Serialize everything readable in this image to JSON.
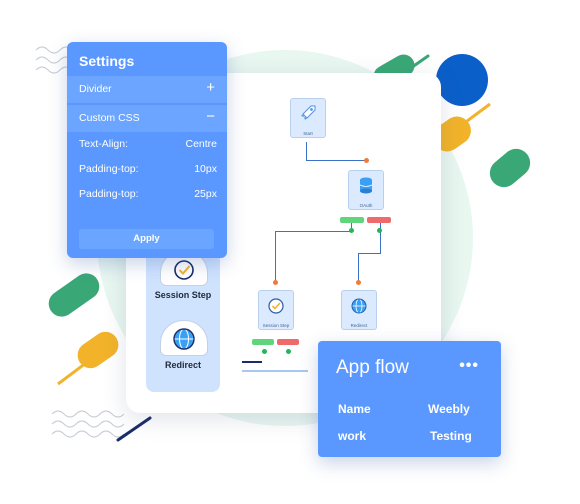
{
  "settings": {
    "title": "Settings",
    "rows": [
      {
        "label": "Divider",
        "symbol": "+"
      },
      {
        "label": "Custom CSS",
        "symbol": "−"
      },
      {
        "label": "Text-Align:",
        "value": "Centre"
      },
      {
        "label": "Padding-top:",
        "value": "10px"
      },
      {
        "label": "Padding-top:",
        "value": "25px"
      }
    ],
    "apply_label": "Apply"
  },
  "palette": {
    "items": [
      {
        "label": "Session Step",
        "icon": "checkmark-gauge-icon"
      },
      {
        "label": "Redirect",
        "icon": "redirect-globe-icon"
      }
    ]
  },
  "flow": {
    "nodes": [
      {
        "label": "Start",
        "icon": "rocket-icon"
      },
      {
        "label": "OAuth",
        "icon": "database-icon"
      },
      {
        "label": "Session Step",
        "icon": "checkmark-gauge-icon"
      },
      {
        "label": "Redirect",
        "icon": "redirect-globe-icon"
      }
    ]
  },
  "app_flow": {
    "title": "App flow",
    "more": "•••",
    "rows": [
      {
        "left": "Name",
        "right": "Weebly"
      },
      {
        "left": "work",
        "right": "Testing"
      }
    ]
  },
  "colors": {
    "panel_blue": "#5a98ff",
    "palette_bg": "#cfe3ff",
    "node_bg": "#dbeaff",
    "connector": "#3a72c9",
    "success": "#5fd67c",
    "failure": "#ef6a6a",
    "port_out": "#f07a3a",
    "port_in": "#27b35a",
    "deco_green": "#3aa876",
    "deco_yellow": "#f2b32a",
    "deco_blue": "#0b5fc9",
    "deco_navy": "#1a2d6b"
  }
}
